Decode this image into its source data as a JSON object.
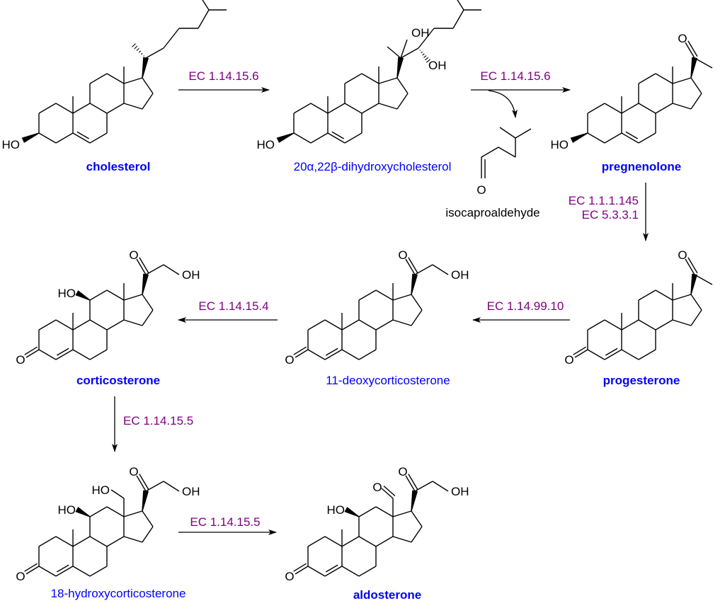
{
  "colors": {
    "compound_key": "#0000ff",
    "compound": "#0000ff",
    "enzyme": "#800080",
    "bonds": "#000000"
  },
  "atoms": {
    "ho": "HO",
    "oh": "OH",
    "o": "O"
  },
  "compounds": {
    "cholesterol": "cholesterol",
    "dihydroxycholesterol": "20α,22β-dihydroxycholesterol",
    "pregnenolone": "pregnenolone",
    "isocaproaldehyde": "isocaproaldehyde",
    "progesterone": "progesterone",
    "deoxycorticosterone": "11-deoxycorticosterone",
    "corticosterone": "corticosterone",
    "hydroxycorticosterone": "18-hydroxycorticosterone",
    "aldosterone": "aldosterone"
  },
  "enzymes": {
    "step1": "EC 1.14.15.6",
    "step2": "EC 1.14.15.6",
    "step3a": "EC 1.1.1.145",
    "step3b": "EC 5.3.3.1",
    "step4": "EC 1.14.99.10",
    "step5": "EC 1.14.15.4",
    "step6": "EC 1.14.15.5",
    "step7": "EC 1.14.15.5"
  }
}
